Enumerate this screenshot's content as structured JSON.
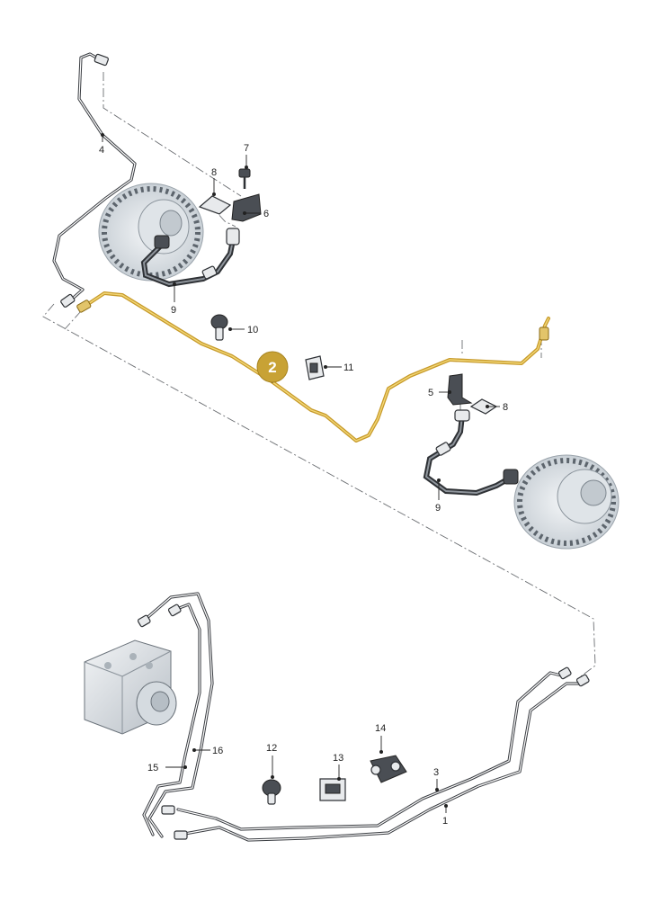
{
  "highlight": {
    "label": "2",
    "color": "#c8a235"
  },
  "callouts": {
    "c1": "1",
    "c3": "3",
    "c4": "4",
    "c5": "5",
    "c6": "6",
    "c7": "7",
    "c8a": "8",
    "c8b": "8",
    "c9a": "9",
    "c9b": "9",
    "c10": "10",
    "c11": "11",
    "c12": "12",
    "c13": "13",
    "c14": "14",
    "c15": "15",
    "c16": "16"
  },
  "icons": [
    "brake-disc-icon",
    "abs-unit-icon",
    "brake-hose-icon",
    "bracket-icon",
    "clip-icon",
    "bolt-icon"
  ]
}
